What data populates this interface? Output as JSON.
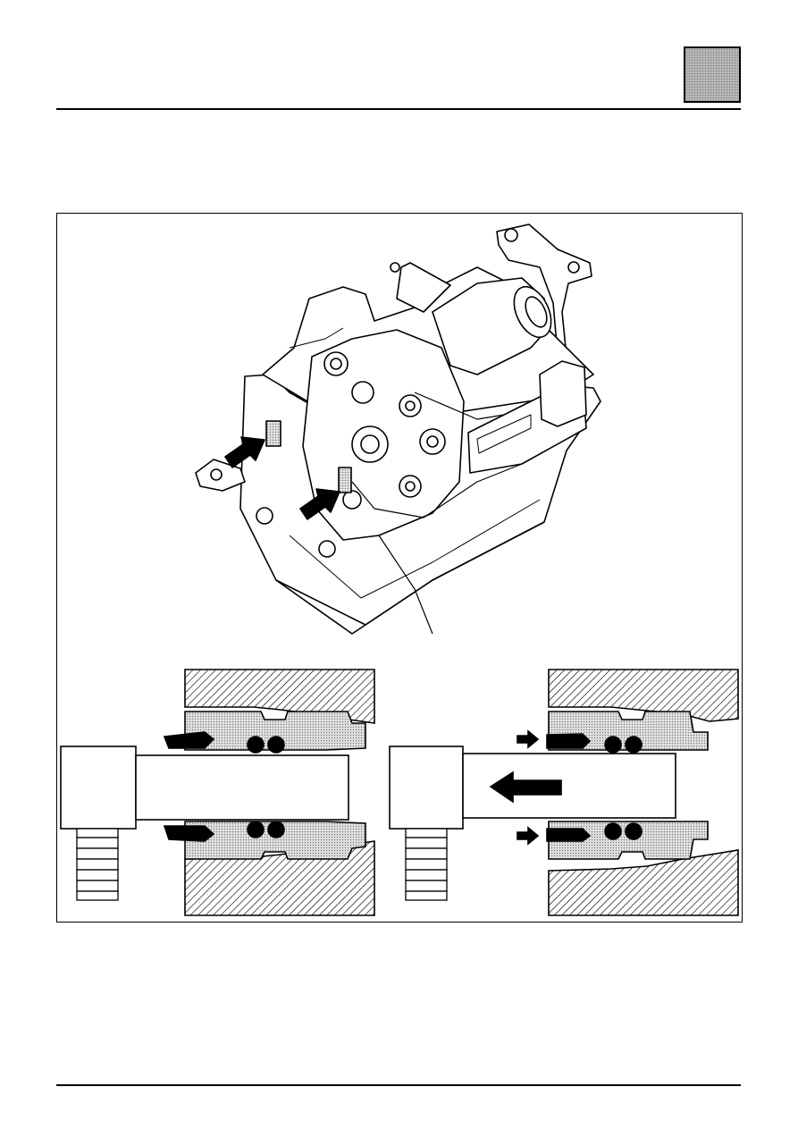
{
  "page": {
    "tab_color": "#bdbdbd",
    "line_color": "#000000"
  },
  "figure": {
    "main_illustration": "hydraulic-unit-with-pump-motor",
    "callout_arrows": 2,
    "detail_left": "seal-fitted",
    "detail_right": "seal-removal-direction"
  }
}
